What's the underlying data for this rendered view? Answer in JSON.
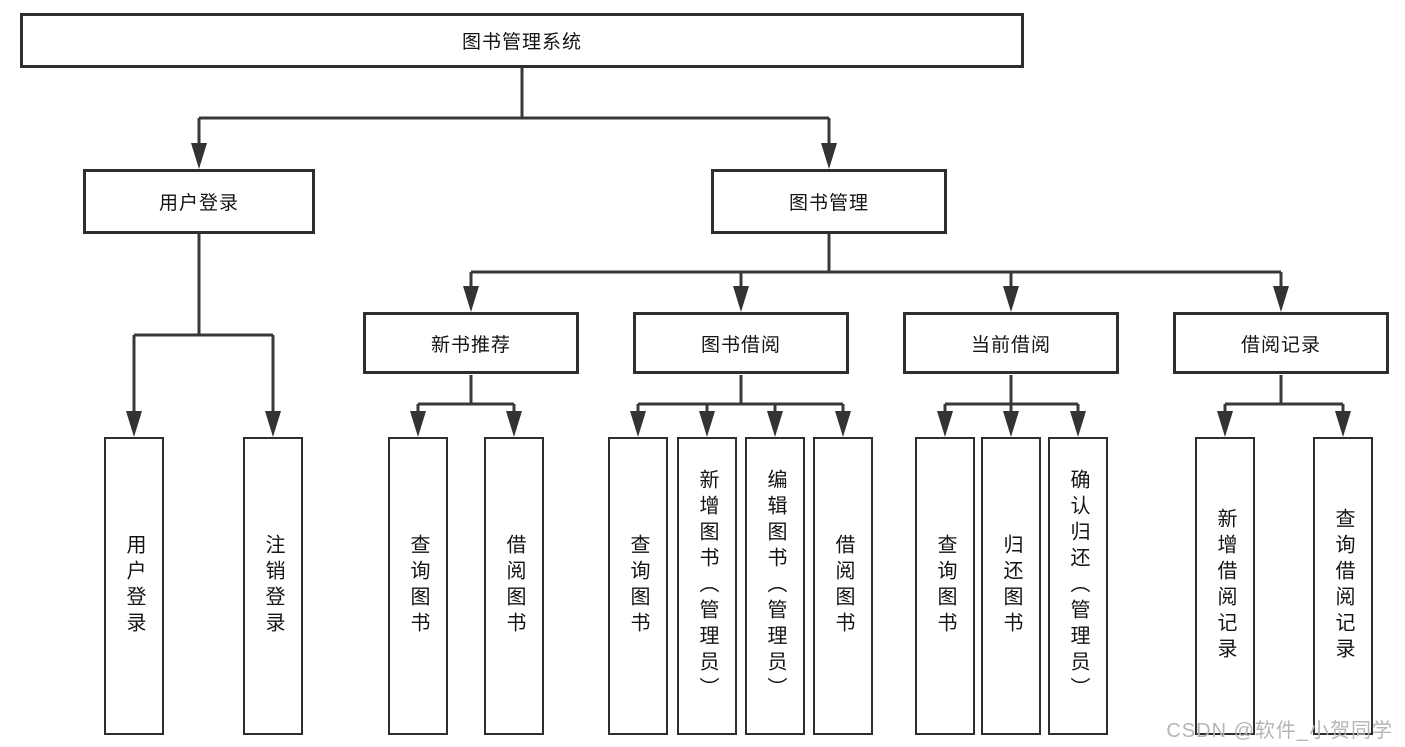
{
  "diagram": {
    "root": "图书管理系统",
    "level2": {
      "user": "用户登录",
      "books": "图书管理"
    },
    "level3": {
      "new_books": "新书推荐",
      "borrow": "图书借阅",
      "current": "当前借阅",
      "records": "借阅记录"
    },
    "leaves": {
      "user_login": "用户登录",
      "logout": "注销登录",
      "nb_query": "查询图书",
      "nb_borrow": "借阅图书",
      "bb_query": "查询图书",
      "bb_add": "新增图书（管理员）",
      "bb_edit": "编辑图书（管理员）",
      "bb_borrow": "借阅图书",
      "cb_query": "查询图书",
      "cb_return": "归还图书",
      "cb_confirm": "确认归还（管理员）",
      "br_add": "新增借阅记录",
      "br_query": "查询借阅记录"
    }
  },
  "watermark": "CSDN @软件_小贺同学",
  "colors": {
    "background": "#ffffff",
    "box_border": "#2e2e2e",
    "connector_line": "#383838",
    "text": "#141414",
    "watermark_text": "#b5b5b5"
  }
}
